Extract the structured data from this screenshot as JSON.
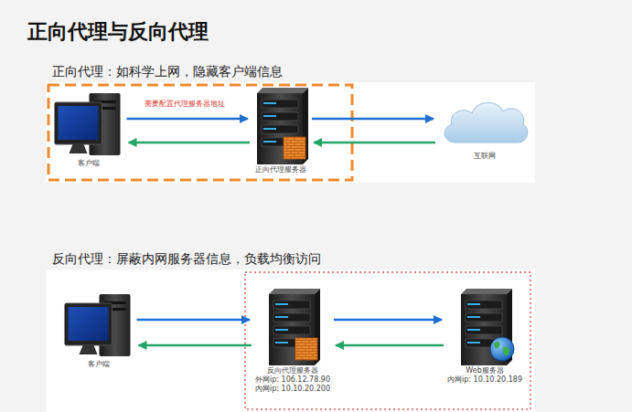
{
  "diagram": {
    "title": "正向代理与反向代理",
    "nodes": [
      {
        "text": [
          "客户端"
        ]
      },
      {
        "text": [
          "正向代理服务器"
        ]
      },
      {
        "text": [
          "互联网"
        ]
      },
      {
        "text": [
          "客户端"
        ]
      },
      {
        "text": [
          "反向代理服务器",
          "外网ip: 106.12.78.90",
          "内网ip: 10.10.20.200"
        ]
      },
      {
        "text": [
          "Web服务器",
          "内网ip: 10.10.20.189"
        ]
      }
    ],
    "edges": [
      {
        "from": 0,
        "to": 1,
        "arrow": "to"
      },
      {
        "from": 1,
        "to": 0,
        "arrow": "to"
      },
      {
        "from": 1,
        "to": 2,
        "arrow": "to"
      },
      {
        "from": 2,
        "to": 1,
        "arrow": "to"
      },
      {
        "from": 3,
        "to": 4,
        "arrow": "to"
      },
      {
        "from": 4,
        "to": 3,
        "arrow": "to"
      },
      {
        "from": 4,
        "to": 5,
        "arrow": "to"
      },
      {
        "from": 5,
        "to": 4,
        "arrow": "to"
      }
    ],
    "labels": [
      "正向代理：如科学上网，隐藏客户端信息",
      "需要配置代理服务器地址",
      "反向代理：屏蔽内网服务器信息，负载均衡访问"
    ]
  }
}
